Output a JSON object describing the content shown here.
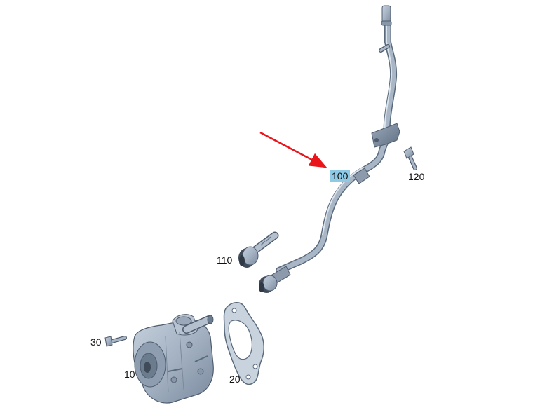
{
  "diagram": {
    "highlight_color": "#8ecae6",
    "arrow_color": "#e8151b",
    "part_color": "#a7b4c4",
    "part_shadow": "#6c7c8f",
    "part_outline": "#4e5c6e",
    "callouts": {
      "pump": "10",
      "gasket": "20",
      "pump_bolt": "30",
      "vacuum_line": "100",
      "connector": "110",
      "line_bolt": "120"
    },
    "highlighted_callout": "100"
  }
}
